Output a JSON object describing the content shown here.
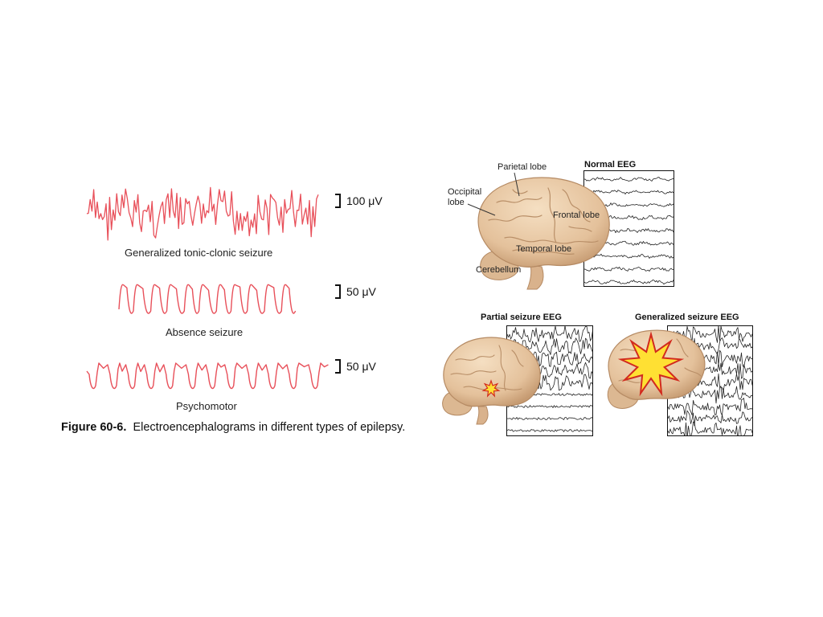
{
  "left_panel": {
    "traces": [
      {
        "label": "Generalized tonic-clonic seizure",
        "scale": "100 μV"
      },
      {
        "label": "Absence seizure",
        "scale": "50 μV"
      },
      {
        "label": "Psychomotor",
        "scale": "50 μV"
      }
    ],
    "caption_bold": "Figure 60-6.",
    "caption_text": "Electroencephalograms in different types of epilepsy."
  },
  "right_panel": {
    "normal_title": "Normal EEG",
    "partial_title": "Partial seizure EEG",
    "generalized_title": "Generalized seizure EEG",
    "anatomy": {
      "parietal": "Parietal lobe",
      "occipital_1": "Occipital",
      "occipital_2": "lobe",
      "frontal": "Frontal lobe",
      "temporal": "Temporal lobe",
      "cerebellum": "Cerebellum"
    }
  },
  "colors": {
    "trace": "#e8505a",
    "brain": "#e9cba8",
    "brain_shadow": "#c9a07a",
    "burst": "#ffe033",
    "burst_edge": "#d22a1e"
  }
}
